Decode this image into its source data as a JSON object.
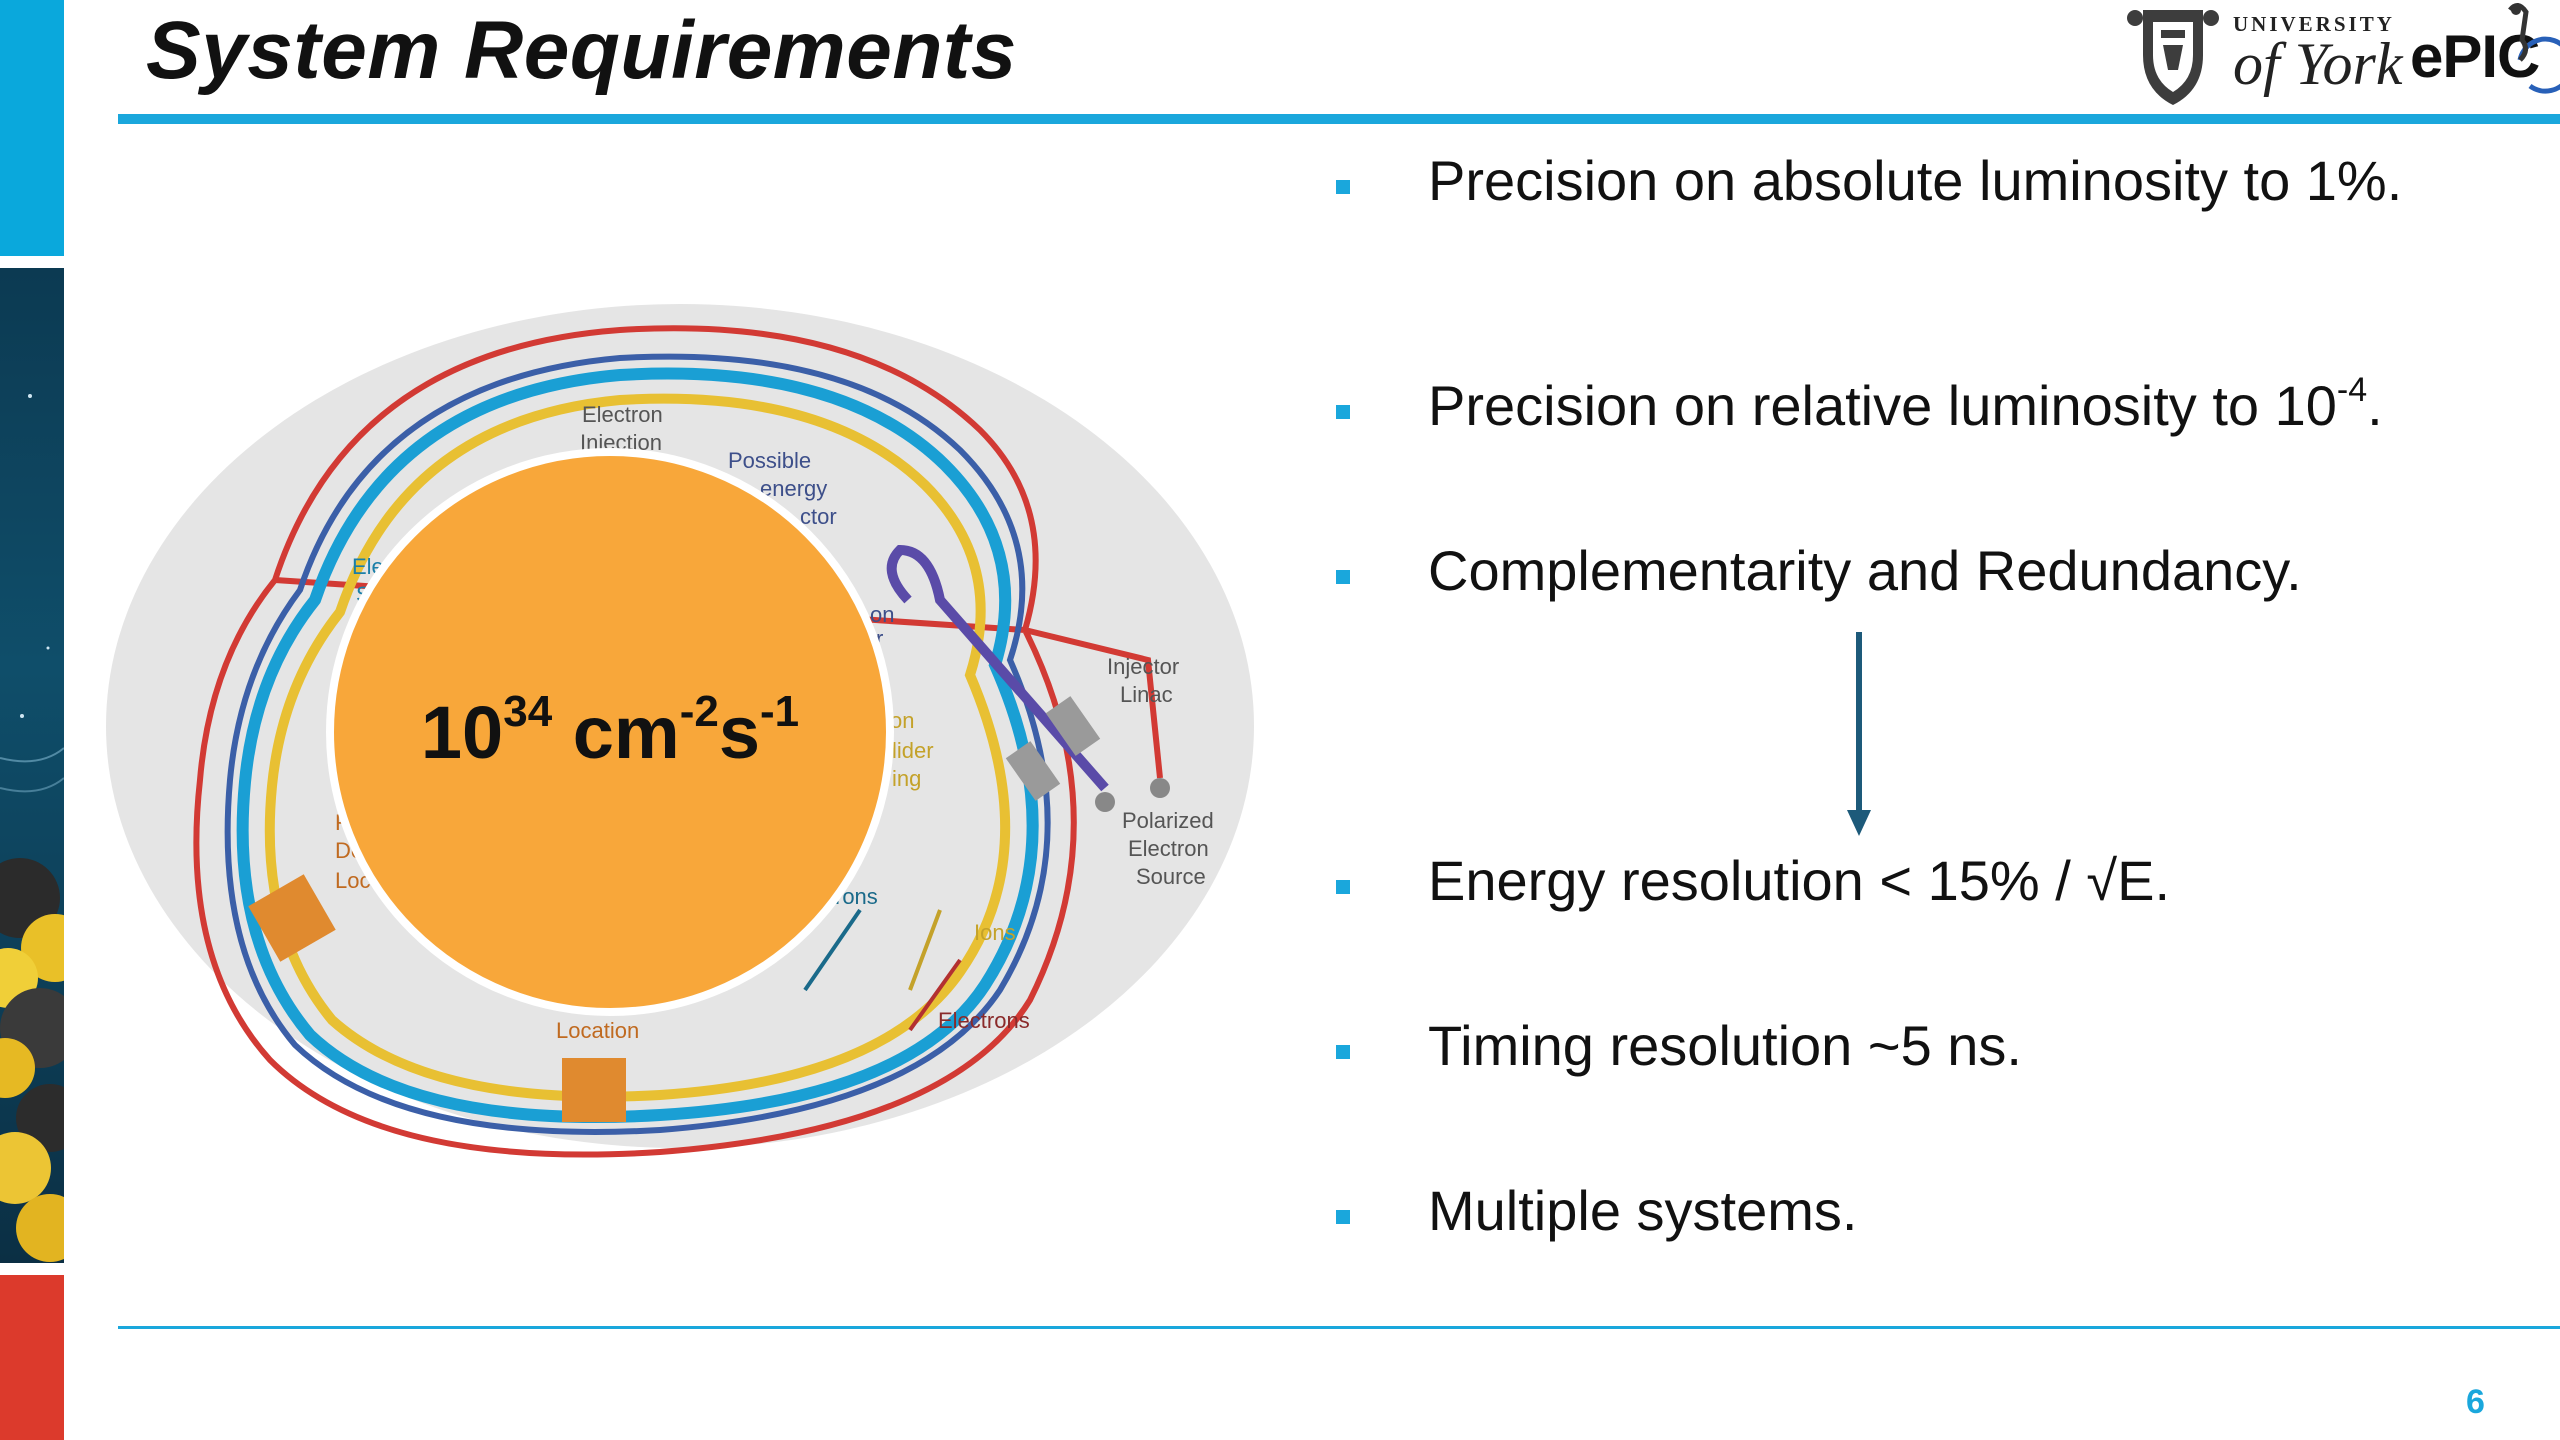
{
  "slide": {
    "title": "System Requirements",
    "page_number": "6"
  },
  "logos": {
    "york_top": "UNIVERSITY",
    "york_main": "of York",
    "epic": "ePIC"
  },
  "diagram": {
    "labels": {
      "electron_injection": "Electron",
      "electron_injection_2": "Injection",
      "possible_energy": "Possible",
      "possible_energy_2": "energy",
      "possible_energy_3": "ctor",
      "ele_fragment": "Ele",
      "ele_fragment_2": "S",
      "on_fragment": "on",
      "on_fragment_2": "r",
      "injector_linac": "Injector",
      "injector_linac_2": "Linac",
      "on_fragment_3": "on",
      "collider": "lider",
      "ring": "ing",
      "polarized": "Polarized",
      "polarized_2": "Electron",
      "polarized_3": "Source",
      "f_fragment": "F",
      "de_fragment": "De",
      "loc_fragment": "Loc",
      "rons": "rons",
      "ions": "Ions",
      "location": "Location",
      "electrons": "Electrons"
    },
    "luminosity": {
      "base": "10",
      "exp1": "34",
      "unit1": " cm",
      "exp2": "-2",
      "unit2": "s",
      "exp3": "-1"
    },
    "colors": {
      "electron_ring": "#d23a34",
      "hadron_ring": "#1a9fd4",
      "ion_ring": "#e8c033",
      "ring_dark": "#3b5fa8",
      "overlay_circle": "#f8a73a",
      "detector_box": "#e08a2f",
      "backdrop": "#e5e5e5"
    }
  },
  "bullets": [
    {
      "text": "Precision on absolute luminosity to 1%."
    },
    {
      "text": "Precision on relative luminosity to 10",
      "sup": "-4",
      "tail": "."
    },
    {
      "text": "Complementarity and Redundancy."
    },
    {
      "text": "Energy resolution < 15% / √E."
    },
    {
      "text": "Timing resolution ~5 ns."
    },
    {
      "text": "Multiple systems."
    }
  ],
  "accent_color": "#1aa7dc"
}
